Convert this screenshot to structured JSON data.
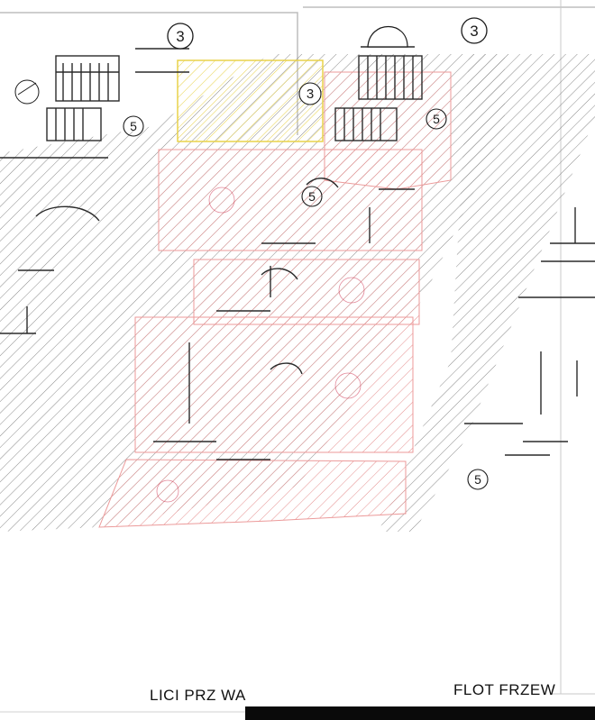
{
  "drawing": {
    "captions": {
      "left": "LICI PRZ WA",
      "right": "FLOT FRZEW"
    },
    "callouts": [
      "3",
      "3",
      "5",
      "5",
      "5",
      "5",
      "3"
    ],
    "zones": {
      "highlight_color": "#f2e14a",
      "zone_color": "#ec9a9a",
      "line_color": "#2a2a2a",
      "hatch_color": "#9a9a9a"
    }
  }
}
